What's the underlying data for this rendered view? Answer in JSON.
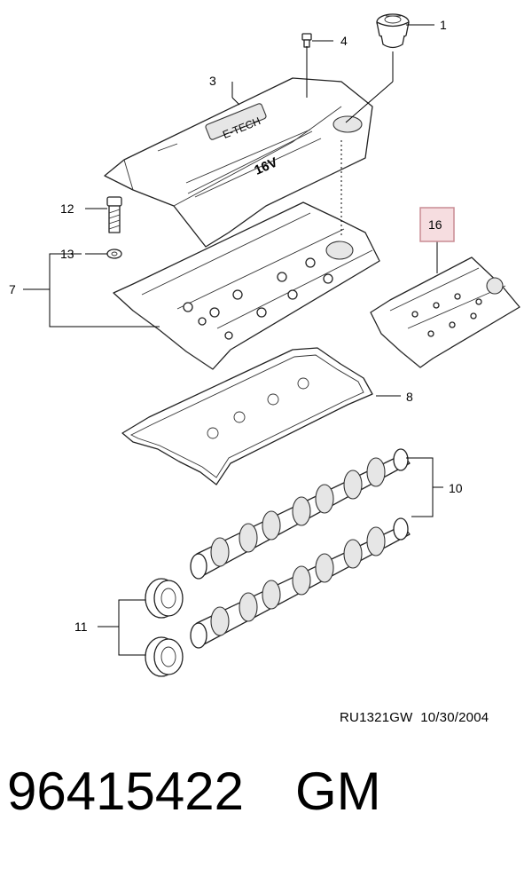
{
  "diagram": {
    "callouts": {
      "c1": "1",
      "c3": "3",
      "c4": "4",
      "c7": "7",
      "c8": "8",
      "c10": "10",
      "c11": "11",
      "c12": "12",
      "c13": "13",
      "c16": "16"
    },
    "cover_badge": "E-TECH",
    "cover_text": "16V"
  },
  "reference": {
    "code": "RU1321GW",
    "date": "10/30/2004"
  },
  "footer": {
    "part_number": "96415422",
    "brand": "GM"
  },
  "colors": {
    "highlight_fill": "#f6dde0",
    "highlight_stroke": "#c98c93"
  }
}
